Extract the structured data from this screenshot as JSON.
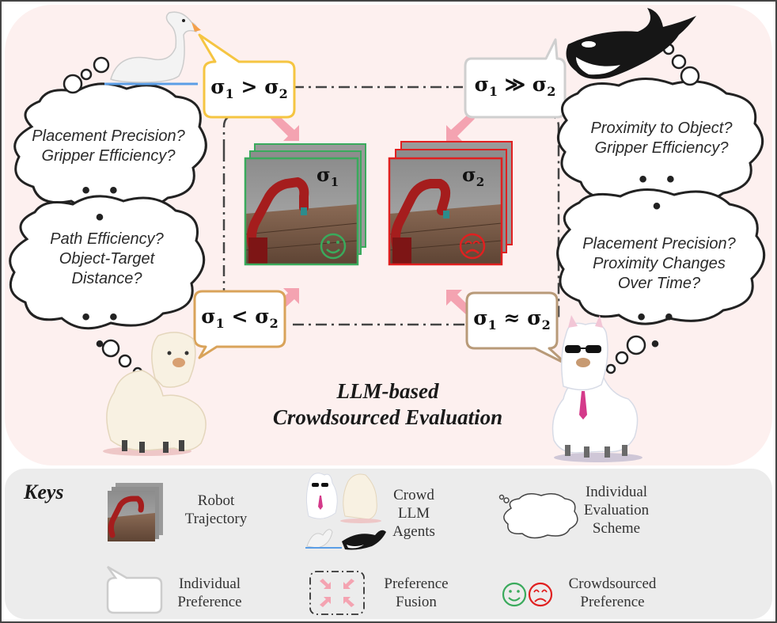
{
  "title": {
    "line1": "LLM-based",
    "line2": "Crowdsourced Evaluation"
  },
  "preferences": {
    "top_left": "σ1 > σ2",
    "top_right": "σ1 ≫ σ2",
    "bottom_left": "σ1 < σ2",
    "bottom_right": "σ1 ≈ σ2",
    "sigma": "σ",
    "sub1": "1",
    "sub2": "2",
    "op_gt": ">",
    "op_gg": "≫",
    "op_lt": "<",
    "op_approx": "≈"
  },
  "thoughts": {
    "top_left": [
      "Placement Precision?",
      "Gripper Efficiency?"
    ],
    "mid_left": [
      "Path Efficiency?",
      "Object-Target",
      "Distance?"
    ],
    "top_right": [
      "Proximity to Object?",
      "Gripper Efficiency?"
    ],
    "mid_right": [
      "Placement Precision?",
      "Proximity Changes",
      "Over Time?"
    ],
    "ellipsis": "• • •"
  },
  "keys": {
    "title": "Keys",
    "robot_trajectory": [
      "Robot",
      "Trajectory"
    ],
    "crowd_agents": [
      "Crowd",
      "LLM",
      "Agents"
    ],
    "evaluation_scheme": [
      "Individual",
      "Evaluation",
      "Scheme"
    ],
    "individual_preference": [
      "Individual",
      "Preference"
    ],
    "preference_fusion": [
      "Preference",
      "Fusion"
    ],
    "crowdsourced_preference": [
      "Crowdsourced",
      "Preference"
    ]
  },
  "colors": {
    "background_top": "#fdf0ef",
    "keys_panel": "#ececec",
    "green": "#3aaa5c",
    "red": "#e02020",
    "pink_arrow": "#f4a3b1",
    "swan_bubble": "#f5c542",
    "orca_bubble": "#cfcfcf",
    "alpaca_bubble": "#d9a35a",
    "llama_bubble": "#b89a78"
  },
  "icons": [
    "swan-icon",
    "orca-icon",
    "alpaca-icon",
    "llama-icon",
    "smiley-icon",
    "frowny-icon",
    "robot-arm-icon"
  ]
}
